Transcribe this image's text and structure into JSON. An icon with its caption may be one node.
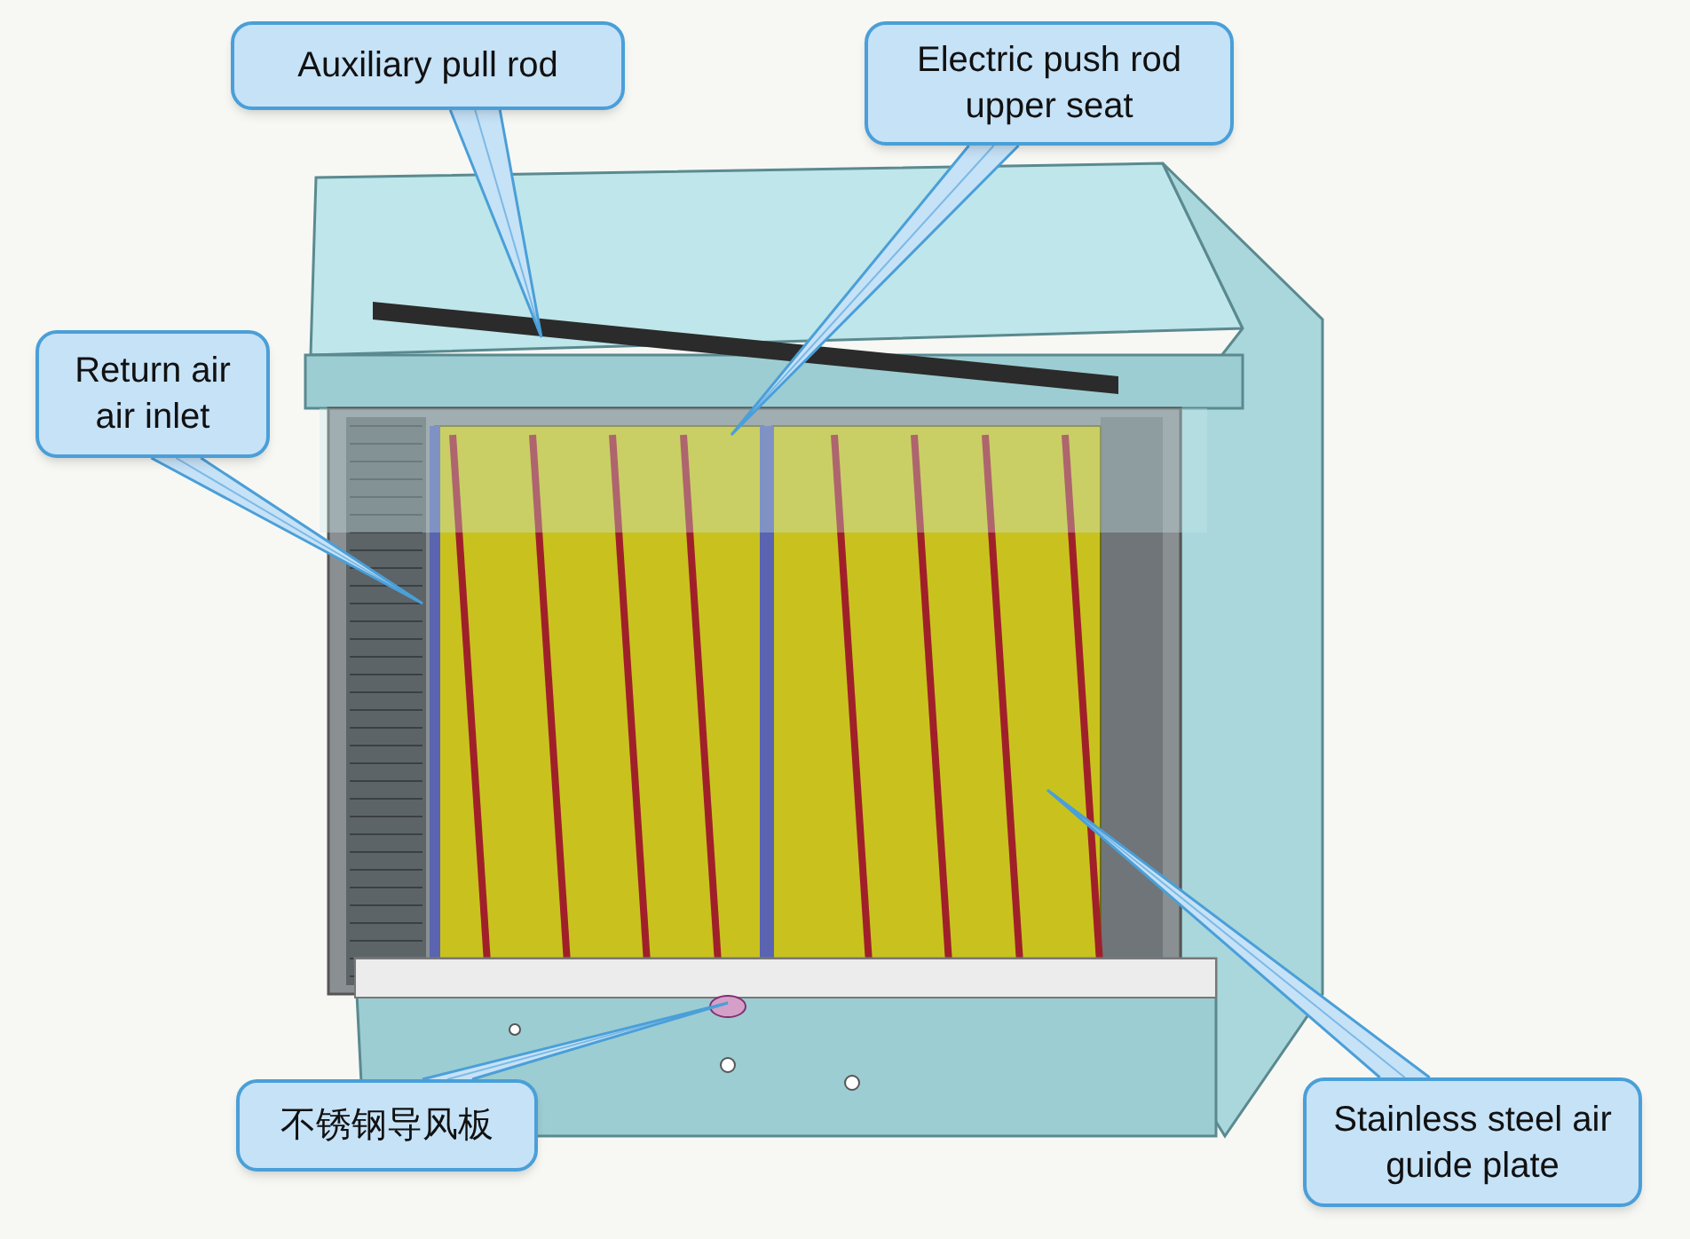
{
  "diagram": {
    "nodes": [
      {
        "text": [
          "Auxiliary pull rod"
        ]
      },
      {
        "text": [
          "Electric push rod upper seat"
        ]
      },
      {
        "text": [
          "Return air air inlet"
        ]
      },
      {
        "text": [
          "不锈钢导风板"
        ]
      },
      {
        "text": [
          "Stainless steel air guide plate"
        ]
      }
    ],
    "edges": [
      {
        "from": 0,
        "to": null,
        "arrow": "none"
      },
      {
        "from": 1,
        "to": null,
        "arrow": "none"
      },
      {
        "from": 2,
        "to": null,
        "arrow": "none"
      },
      {
        "from": 3,
        "to": null,
        "arrow": "none"
      },
      {
        "from": 4,
        "to": null,
        "arrow": "none"
      }
    ]
  }
}
